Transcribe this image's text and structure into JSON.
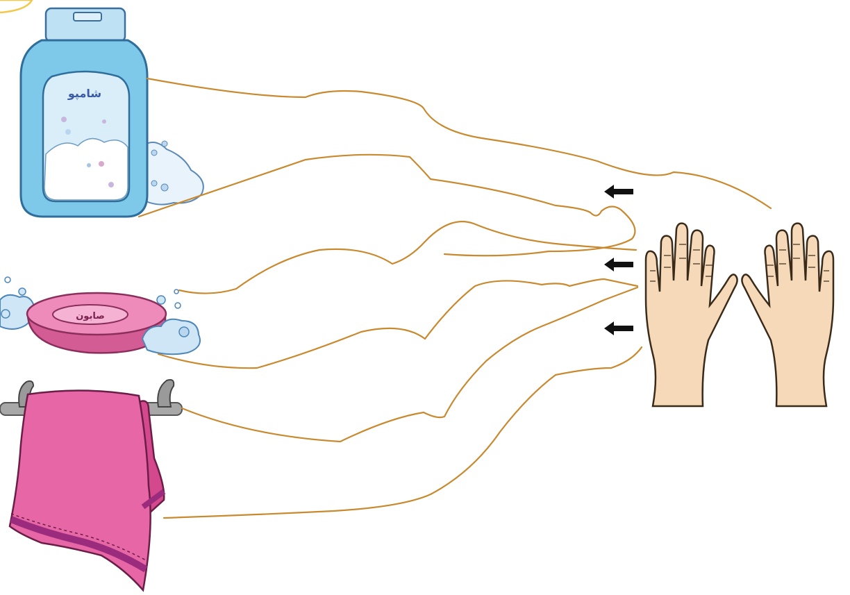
{
  "items": {
    "shampoo": {
      "label": "شامپو",
      "name": "shampoo-bottle"
    },
    "soap": {
      "label": "صابون",
      "name": "soap-bar"
    },
    "towel": {
      "name": "towel"
    },
    "hands": {
      "name": "hands"
    }
  },
  "arrows": {
    "count": 3,
    "direction": "left"
  },
  "colors": {
    "trace_line": "#c8892f",
    "bottle": "#7ec8ea",
    "bottle_dark": "#3a8fc4",
    "soap": "#e97fb0",
    "soap_dark": "#c95089",
    "towel": "#e766a6",
    "towel_trim": "#9b2b7c",
    "rail": "#9a9a9a",
    "skin": "#f5d9b8",
    "arrow": "#111111",
    "header_circle": "#f3c84a"
  }
}
